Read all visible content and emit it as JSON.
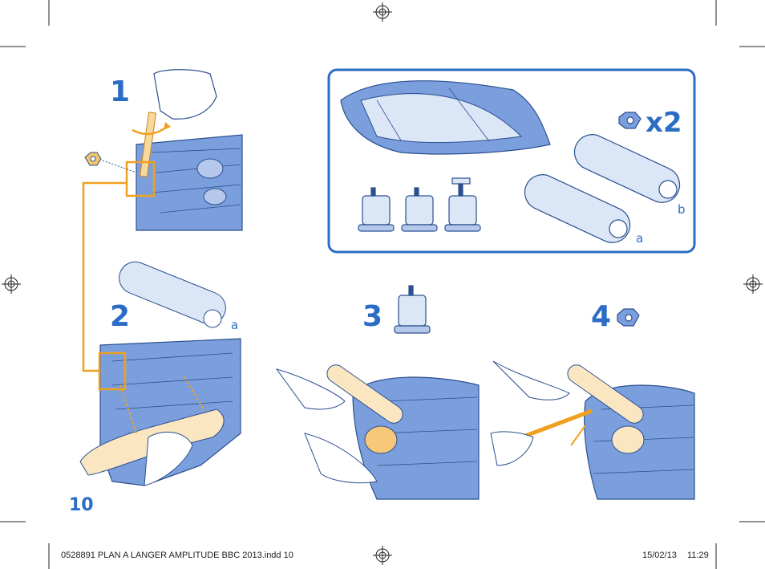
{
  "steps": {
    "s1": "1",
    "s2": "2",
    "s3": "3",
    "s4": "4"
  },
  "parts": {
    "quantity": "x2",
    "label_a": "a",
    "label_b": "b",
    "label_a_step2": "a"
  },
  "page_number": "10",
  "slug": {
    "file": "0528891 PLAN A LANGER AMPLITUDE BBC 2013.indd   10",
    "date": "15/02/13",
    "time": "11:29"
  },
  "colors": {
    "blue": "#2b6cc4",
    "blue_fill": "#7b9fdc",
    "light_blue": "#dbe6f7",
    "orange": "#f0a020",
    "cream": "#fbe6c2"
  }
}
